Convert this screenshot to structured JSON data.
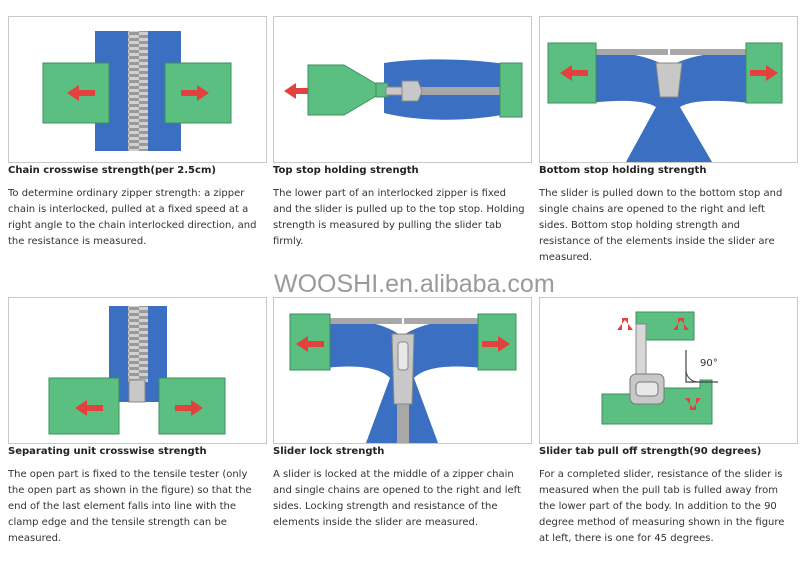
{
  "watermark": "WOOSHI.en.alibaba.com",
  "colors": {
    "clamp_green": "#5bbf81",
    "zipper_blue": "#3a6fc2",
    "teeth_grey": "#a8a8a8",
    "arrow_red": "#e2413e",
    "slider_grey": "#c8c8c8"
  },
  "panels": [
    {
      "illustration": "chain-crosswise-strength-diagram",
      "title": "Chain crosswise strength(per 2.5cm)",
      "description": "To determine ordinary zipper strength: a zipper chain is interlocked, pulled at a fixed speed at a right angle to the chain interlocked direction, and the resistance is measured."
    },
    {
      "illustration": "top-stop-holding-strength-diagram",
      "title": "Top stop holding strength",
      "description": "The lower part of an interlocked zipper is fixed and the slider is pulled up to the top stop. Holding strength is measured by pulling the slider tab firmly."
    },
    {
      "illustration": "bottom-stop-holding-strength-diagram",
      "title": "Bottom stop holding strength",
      "description": "The slider is pulled down to the bottom stop and single chains are opened to the right and left sides. Bottom stop holding strength and resistance of the elements inside the slider are measured."
    },
    {
      "illustration": "separating-unit-crosswise-strength-diagram",
      "title": "Separating unit crosswise strength",
      "description": "The open part is fixed to the tensile tester (only the open part as shown in the figure) so that the end of the last element falls into line with the clamp edge and the tensile strength can be measured."
    },
    {
      "illustration": "slider-lock-strength-diagram",
      "title": "Slider lock strength",
      "description": "A slider is locked at the middle of a zipper chain and single chains are opened to the right and left sides. Locking strength and resistance of the elements inside the slider are measured."
    },
    {
      "illustration": "slider-tab-pull-off-strength-diagram",
      "title": "Slider tab pull off strength(90 degrees)",
      "description": "For a completed slider, resistance of the slider is measured when the pull tab is fulled away from the lower part of the body. In addition to the 90 degree method of measuring shown in the figure at left, there is one for 45 degrees.",
      "angle_label": "90°"
    }
  ]
}
